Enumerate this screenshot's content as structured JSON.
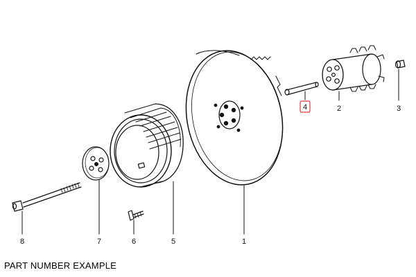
{
  "caption": "PART NUMBER EXAMPLE",
  "callouts": [
    {
      "id": "c1",
      "label": "1"
    },
    {
      "id": "c2",
      "label": "2"
    },
    {
      "id": "c3",
      "label": "3"
    },
    {
      "id": "c4",
      "label": "4",
      "highlighted": true
    },
    {
      "id": "c5",
      "label": "5"
    },
    {
      "id": "c6",
      "label": "6"
    },
    {
      "id": "c7",
      "label": "7"
    },
    {
      "id": "c8",
      "label": "8"
    }
  ],
  "colors": {
    "line": "#111111",
    "highlight": "#e23b3b",
    "background": "#ffffff"
  }
}
